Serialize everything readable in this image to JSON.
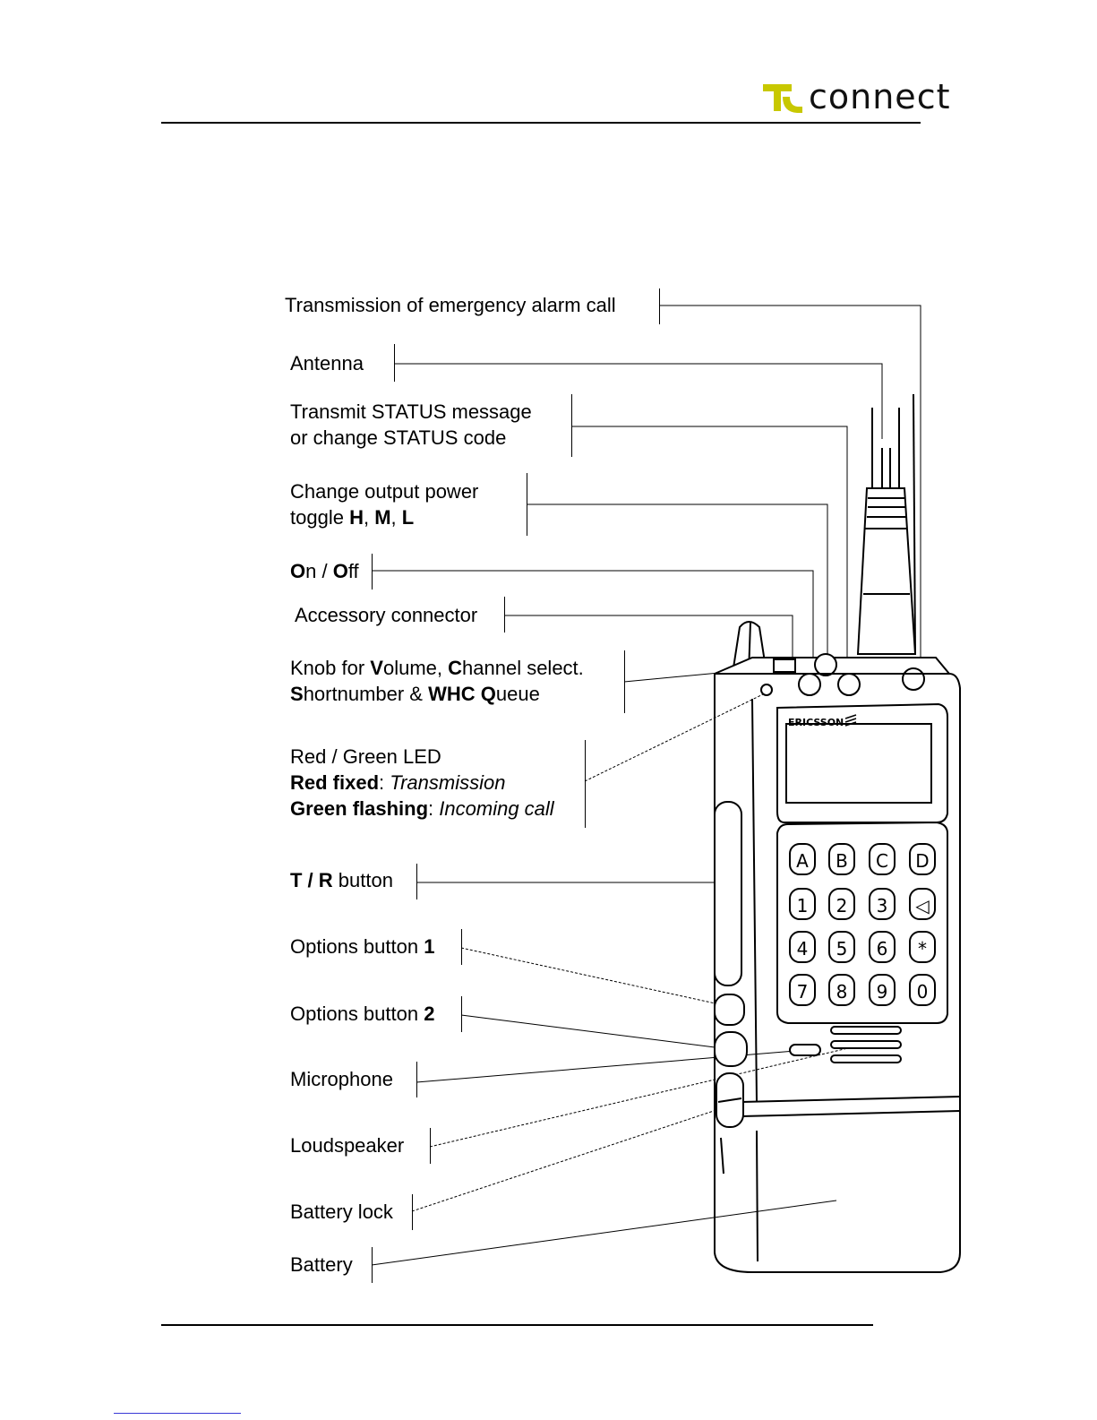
{
  "header": {
    "logo_text": "connect",
    "logo_colors": {
      "accent": "#c8c800",
      "text": "#111111"
    }
  },
  "callouts": [
    {
      "id": "emergency",
      "lines": [
        [
          {
            "t": "Transmission of emergency alarm call",
            "b": false
          }
        ]
      ]
    },
    {
      "id": "antenna",
      "lines": [
        [
          {
            "t": "Antenna",
            "b": false
          }
        ]
      ]
    },
    {
      "id": "status",
      "lines": [
        [
          {
            "t": "Transmit STATUS message",
            "b": false
          }
        ],
        [
          {
            "t": "or change STATUS code",
            "b": false
          }
        ]
      ]
    },
    {
      "id": "power",
      "lines": [
        [
          {
            "t": "Change output power",
            "b": false
          }
        ],
        [
          {
            "t": "toggle ",
            "b": false
          },
          {
            "t": "H",
            "b": true
          },
          {
            "t": ", ",
            "b": false
          },
          {
            "t": "M",
            "b": true
          },
          {
            "t": ", ",
            "b": false
          },
          {
            "t": "L",
            "b": true
          }
        ]
      ]
    },
    {
      "id": "onoff",
      "lines": [
        [
          {
            "t": "O",
            "b": true
          },
          {
            "t": "n / ",
            "b": false
          },
          {
            "t": "O",
            "b": true
          },
          {
            "t": "ff",
            "b": false
          }
        ]
      ]
    },
    {
      "id": "accessory",
      "lines": [
        [
          {
            "t": "Accessory connector",
            "b": false
          }
        ]
      ]
    },
    {
      "id": "knob",
      "lines": [
        [
          {
            "t": "Knob for ",
            "b": false
          },
          {
            "t": "V",
            "b": true
          },
          {
            "t": "olume, ",
            "b": false
          },
          {
            "t": "C",
            "b": true
          },
          {
            "t": "hannel select.",
            "b": false
          }
        ],
        [
          {
            "t": "S",
            "b": true
          },
          {
            "t": "hortnumber & ",
            "b": false
          },
          {
            "t": "WHC Q",
            "b": true
          },
          {
            "t": "ueue",
            "b": false
          }
        ]
      ]
    },
    {
      "id": "led",
      "lines": [
        [
          {
            "t": "Red / Green LED",
            "b": false
          }
        ],
        [
          {
            "t": "Red fixed",
            "b": true
          },
          {
            "t": ": ",
            "b": false
          },
          {
            "t": "Transmission",
            "b": false,
            "i": true
          }
        ],
        [
          {
            "t": "Green flashing",
            "b": true
          },
          {
            "t": ": ",
            "b": false
          },
          {
            "t": "Incoming call",
            "b": false,
            "i": true
          }
        ]
      ]
    },
    {
      "id": "tr",
      "lines": [
        [
          {
            "t": "T / R",
            "b": true
          },
          {
            "t": " button",
            "b": false
          }
        ]
      ]
    },
    {
      "id": "opt1",
      "lines": [
        [
          {
            "t": "Options button ",
            "b": false
          },
          {
            "t": "1",
            "b": true
          }
        ]
      ]
    },
    {
      "id": "opt2",
      "lines": [
        [
          {
            "t": "Options button ",
            "b": false
          },
          {
            "t": "2",
            "b": true
          }
        ]
      ]
    },
    {
      "id": "mic",
      "lines": [
        [
          {
            "t": "Microphone",
            "b": false
          }
        ]
      ]
    },
    {
      "id": "speaker",
      "lines": [
        [
          {
            "t": "Loudspeaker",
            "b": false
          }
        ]
      ]
    },
    {
      "id": "batlock",
      "lines": [
        [
          {
            "t": "Battery lock",
            "b": false
          }
        ]
      ]
    },
    {
      "id": "battery",
      "lines": [
        [
          {
            "t": "Battery",
            "b": false
          }
        ]
      ]
    }
  ],
  "device": {
    "brand": "ERICSSON",
    "keys": [
      [
        "A",
        "B",
        "C",
        "D"
      ],
      [
        "1",
        "2",
        "3",
        "◁"
      ],
      [
        "4",
        "5",
        "6",
        "*"
      ],
      [
        "7",
        "8",
        "9",
        "0"
      ]
    ]
  }
}
